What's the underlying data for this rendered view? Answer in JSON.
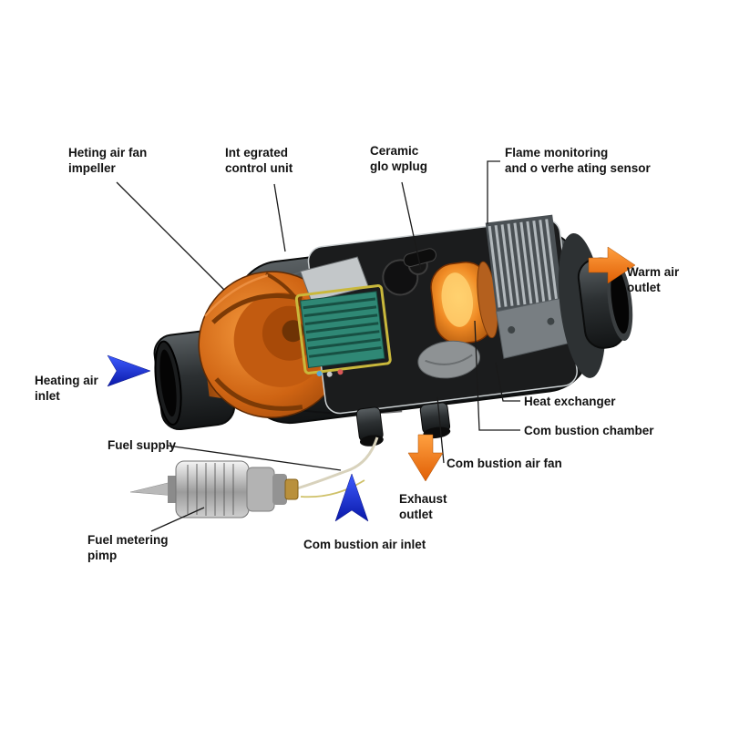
{
  "diagram": {
    "alt": "Cutaway diagram of a diesel air parking heater with labeled parts, colored airflow arrows and an external fuel metering pump",
    "labels": {
      "impeller": {
        "lines": [
          "Heting air fan",
          "impeller"
        ]
      },
      "control_unit": {
        "lines": [
          "Int egrated",
          "control unit"
        ]
      },
      "glow_plug": {
        "lines": [
          "Ceramic",
          "glo wplug"
        ]
      },
      "flame_sensor": {
        "lines": [
          "Flame monitoring",
          "and o verhe ating sensor"
        ]
      },
      "warm_air_outlet": {
        "lines": [
          "Warm air",
          "outlet"
        ]
      },
      "heating_air_inlet": {
        "lines": [
          "Heating air",
          "inlet"
        ]
      },
      "heat_exchanger": {
        "lines": [
          "Heat exchanger"
        ]
      },
      "combustion_chamber": {
        "lines": [
          "Com bustion chamber"
        ]
      },
      "combustion_air_fan": {
        "lines": [
          "Com bustion air fan"
        ]
      },
      "exhaust_outlet": {
        "lines": [
          "Exhaust",
          "outlet"
        ]
      },
      "combustion_air_inlet": {
        "lines": [
          "Com bustion air inlet"
        ]
      },
      "fuel_supply": {
        "lines": [
          "Fuel supply"
        ]
      },
      "fuel_metering_pump": {
        "lines": [
          "Fuel metering",
          "pimp"
        ]
      }
    },
    "arrows": {
      "heating_air_inlet": {
        "color": "#1f3bd6",
        "direction": "right"
      },
      "combustion_air_inlet": {
        "color": "#1f3bd6",
        "direction": "up"
      },
      "warm_air_outlet": {
        "color": "#ef7410",
        "direction": "right"
      },
      "exhaust_outlet": {
        "color": "#ef7410",
        "direction": "down"
      }
    },
    "colors": {
      "heater_body": "#2c3032",
      "fan_housing": "#cf6413",
      "combustion_glow": "#f08a24",
      "label_text": "#121212",
      "leader_line": "#1a1a1a"
    }
  }
}
